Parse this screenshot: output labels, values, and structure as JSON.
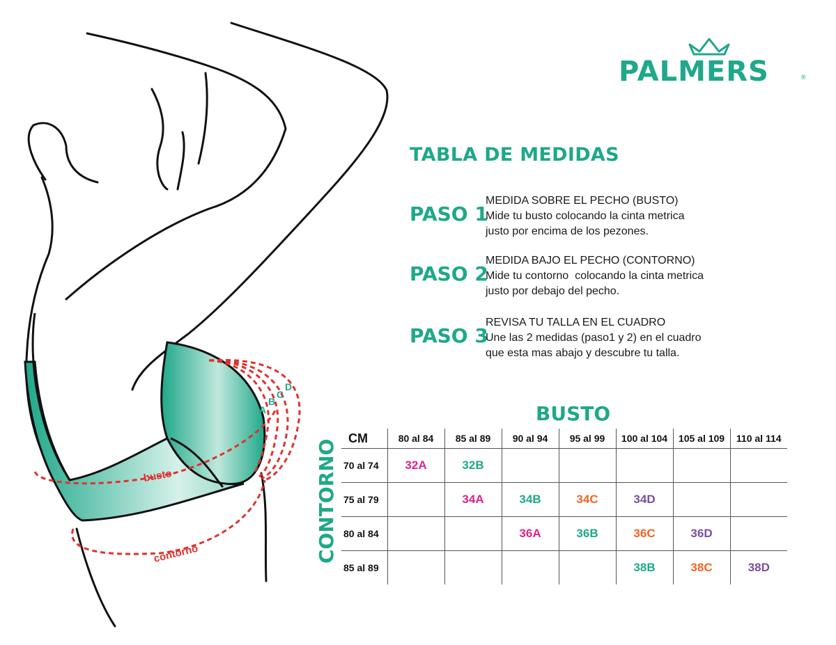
{
  "brand": {
    "name": "PALMERS",
    "reg_mark": "®",
    "color": "#1fa88a"
  },
  "title": "TABLA DE MEDIDAS",
  "steps": [
    {
      "label": "PASO 1",
      "lines": [
        "MEDIDA SOBRE EL PECHO (BUSTO)",
        "Mide tu busto colocando la cinta metrica",
        "justo por encima de los pezones."
      ]
    },
    {
      "label": "PASO 2",
      "lines": [
        "MEDIDA BAJO EL PECHO (CONTORNO)",
        "Mide tu contorno  colocando la cinta metrica",
        "justo por debajo del pecho."
      ]
    },
    {
      "label": "PASO 3",
      "lines": [
        "REVISA TU TALLA EN EL CUADRO",
        "Une las 2 medidas (paso1 y 2) en el cuadro",
        "que esta mas abajo y descubre tu talla."
      ]
    }
  ],
  "illustration": {
    "labels": {
      "busto": "busto",
      "contorno": "contorno"
    },
    "cup_letters": [
      "A",
      "B",
      "C",
      "D"
    ],
    "colors": {
      "bra_green": "#1fa88a",
      "tape_red": "#e0312f"
    }
  },
  "table": {
    "busto_title": "BUSTO",
    "contorno_title": "CONTORNO",
    "corner": "CM",
    "columns": [
      "80 al 84",
      "85 al 89",
      "90 al 94",
      "95 al 99",
      "100 al 104",
      "105 al 109",
      "110 al 114"
    ],
    "rows": [
      {
        "label": "70 al 74",
        "cells": [
          "32A",
          "32B",
          "",
          "",
          "",
          "",
          ""
        ]
      },
      {
        "label": "75 al 79",
        "cells": [
          "",
          "34A",
          "34B",
          "34C",
          "34D",
          "",
          ""
        ]
      },
      {
        "label": "80 al 84",
        "cells": [
          "",
          "",
          "36A",
          "36B",
          "36C",
          "36D",
          ""
        ]
      },
      {
        "label": "85 al 89",
        "cells": [
          "",
          "",
          "",
          "",
          "38B",
          "38C",
          "38D"
        ]
      }
    ],
    "cup_colors": {
      "A": "#e0218a",
      "B": "#1fa88a",
      "C": "#f26522",
      "D": "#7b4fa0"
    }
  }
}
